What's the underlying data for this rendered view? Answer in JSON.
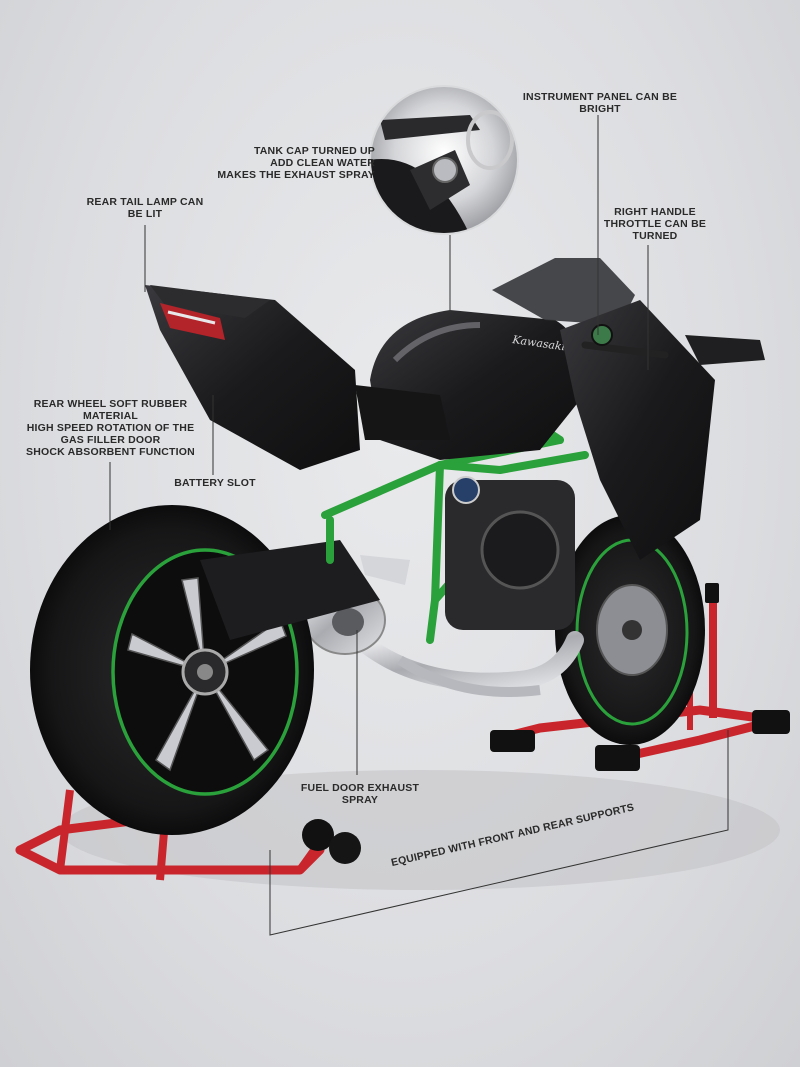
{
  "image": {
    "subject": "Kawasaki H2R model motorcycle",
    "colors": {
      "background": "#dcdde0",
      "body": "#1c1c1e",
      "frame_green": "#2aa13a",
      "stand_red": "#c8262c",
      "chrome": "#c9cbd0"
    }
  },
  "annotations": {
    "instrument_panel": [
      "INSTRUMENT PANEL CAN BE",
      "BRIGHT"
    ],
    "tank_cap": [
      "TANK CAP TURNED UP",
      "ADD CLEAN WATER",
      "MAKES THE EXHAUST SPRAY"
    ],
    "rear_tail_lamp": [
      "REAR TAIL LAMP CAN",
      "BE LIT"
    ],
    "right_handle": [
      "RIGHT HANDLE",
      "THROTTLE CAN BE",
      "TURNED"
    ],
    "rear_wheel": [
      "REAR WHEEL SOFT RUBBER",
      "MATERIAL",
      "HIGH SPEED ROTATION OF THE",
      "GAS FILLER DOOR",
      "SHOCK ABSORBENT FUNCTION"
    ],
    "battery_slot": [
      "BATTERY SLOT"
    ],
    "fuel_door": [
      "FUEL DOOR EXHAUST",
      "SPRAY"
    ],
    "supports": "EQUIPPED WITH FRONT AND REAR SUPPORTS"
  }
}
